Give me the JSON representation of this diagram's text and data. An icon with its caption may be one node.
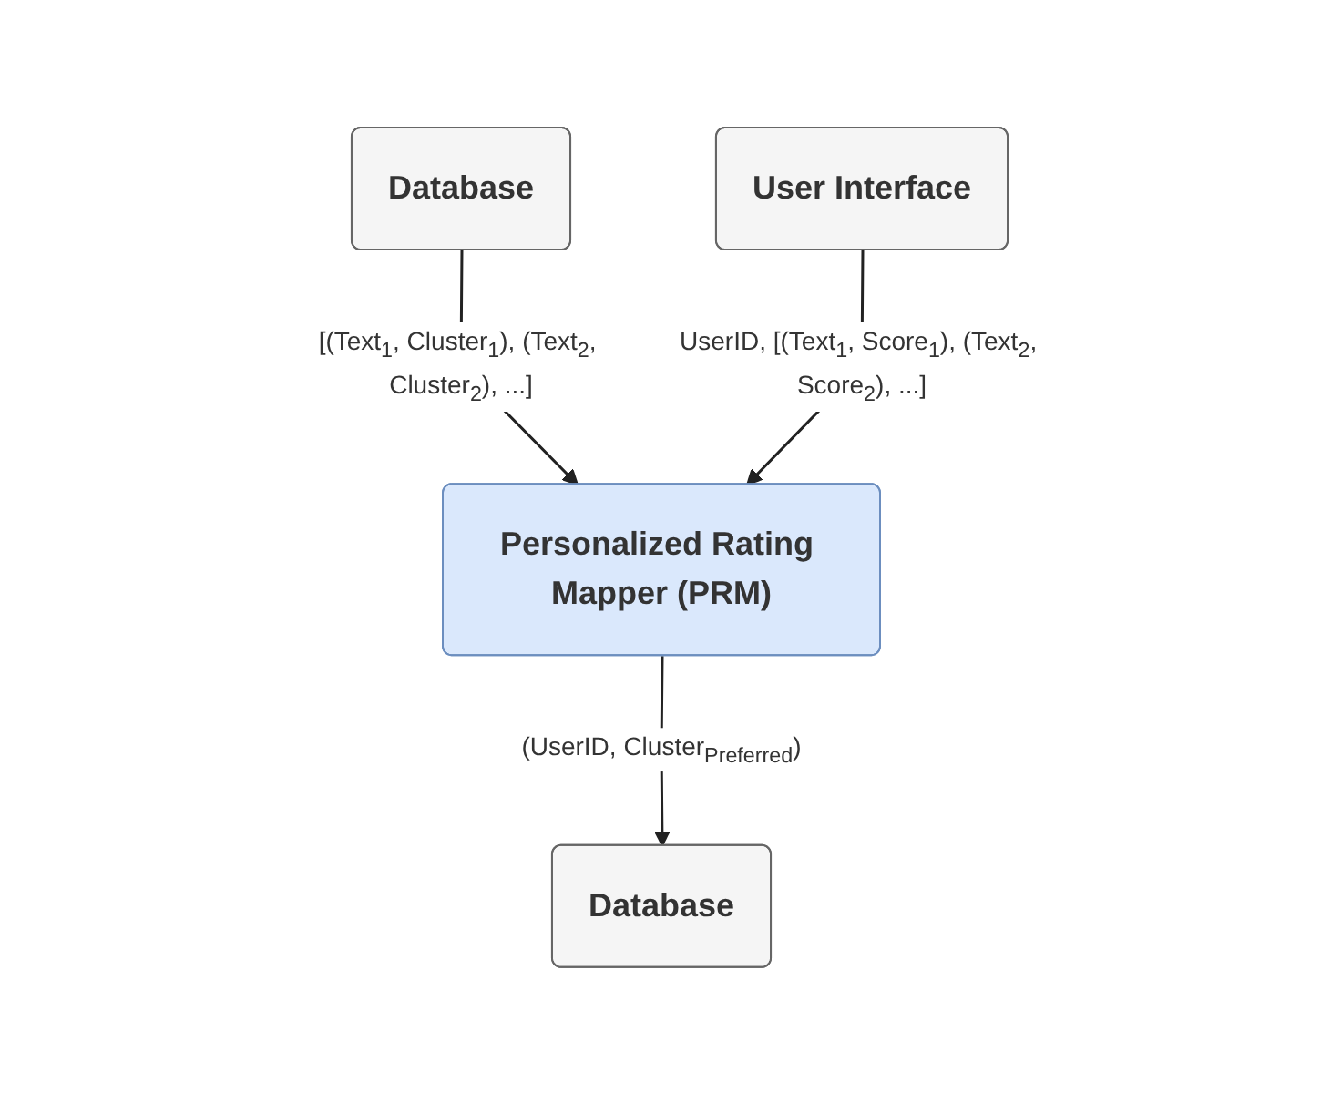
{
  "diagram": {
    "nodes": [
      {
        "text": [
          "Database"
        ]
      },
      {
        "text": [
          "User Interface"
        ]
      },
      {
        "text": [
          "Personalized Rating Mapper (PRM)"
        ]
      },
      {
        "text": [
          "Database"
        ]
      }
    ],
    "edges": [
      {
        "from": 0,
        "to": 2,
        "arrow": "to",
        "label": "[(Text$_{1}$, Cluster$_{1}$), (Text$_{2}$, Cluster$_{2}$), ...]"
      },
      {
        "from": 1,
        "to": 2,
        "arrow": "to",
        "label": "UserID, [(Text$_{1}$, Score$_{1}$), (Text$_{2}$, Score$_{2}$), ...]"
      },
      {
        "from": 2,
        "to": 3,
        "arrow": "to",
        "label": "(UserID, Cluster$_{Preferred}$)"
      }
    ]
  }
}
